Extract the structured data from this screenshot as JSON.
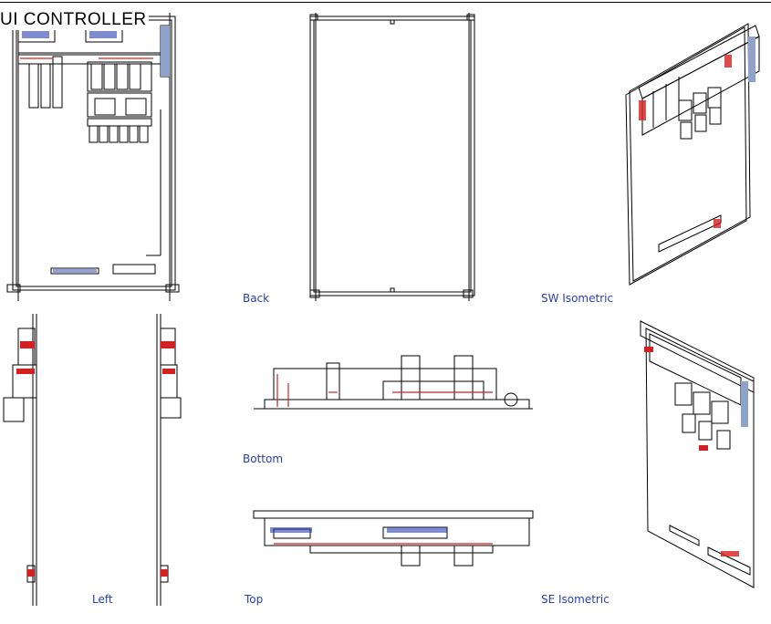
{
  "title": "UI CONTROLLER",
  "views": {
    "back": "Back",
    "sw_iso": "SW Isometric",
    "bottom": "Bottom",
    "left": "Left",
    "top": "Top",
    "se_iso": "SE Isometric"
  },
  "colors": {
    "line": "#000000",
    "accent": "#d42020",
    "label": "#2a3fb0",
    "panel": "#8fa3c8"
  }
}
